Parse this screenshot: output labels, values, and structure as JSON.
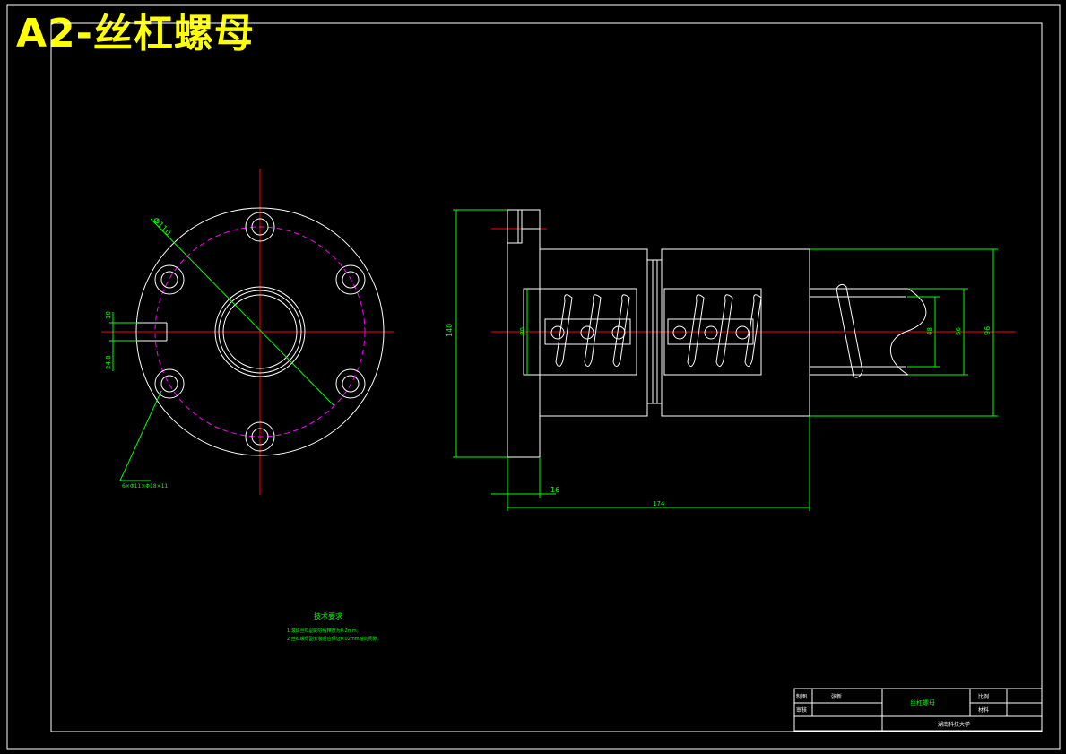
{
  "sheet": {
    "title": "A2-丝杠螺母"
  },
  "colors": {
    "background": "#000000",
    "outline": "#ffffff",
    "centerline": "#ff0000",
    "dimension": "#00ff00",
    "hidden": "#ff00ff",
    "title": "#ffff00"
  },
  "front_view": {
    "diameter_label": "Φ110",
    "key_width_label": "10",
    "key_depth_label": "24.8",
    "hole_note": "6×Φ11×Φ18×11"
  },
  "side_view": {
    "overall_height": "140",
    "flange_thickness": "16",
    "total_length": "174",
    "nut_height": "80",
    "thread_minor": "48",
    "thread_major": "56",
    "body_diameter": "96"
  },
  "tech_notes": {
    "heading": "技术要求",
    "items": [
      "1.滚珠丝杠副的导程精度为0.2mm。",
      "2.丝杠螺母副安装后应保证0.02mm轴向间隙。"
    ]
  },
  "title_block": {
    "drawn_label": "制图",
    "drawn_name": "张新",
    "check_label": "审核",
    "part_name": "丝杠螺母",
    "scale_label": "比例",
    "material_label": "材料",
    "school": "湖南科技大学"
  }
}
